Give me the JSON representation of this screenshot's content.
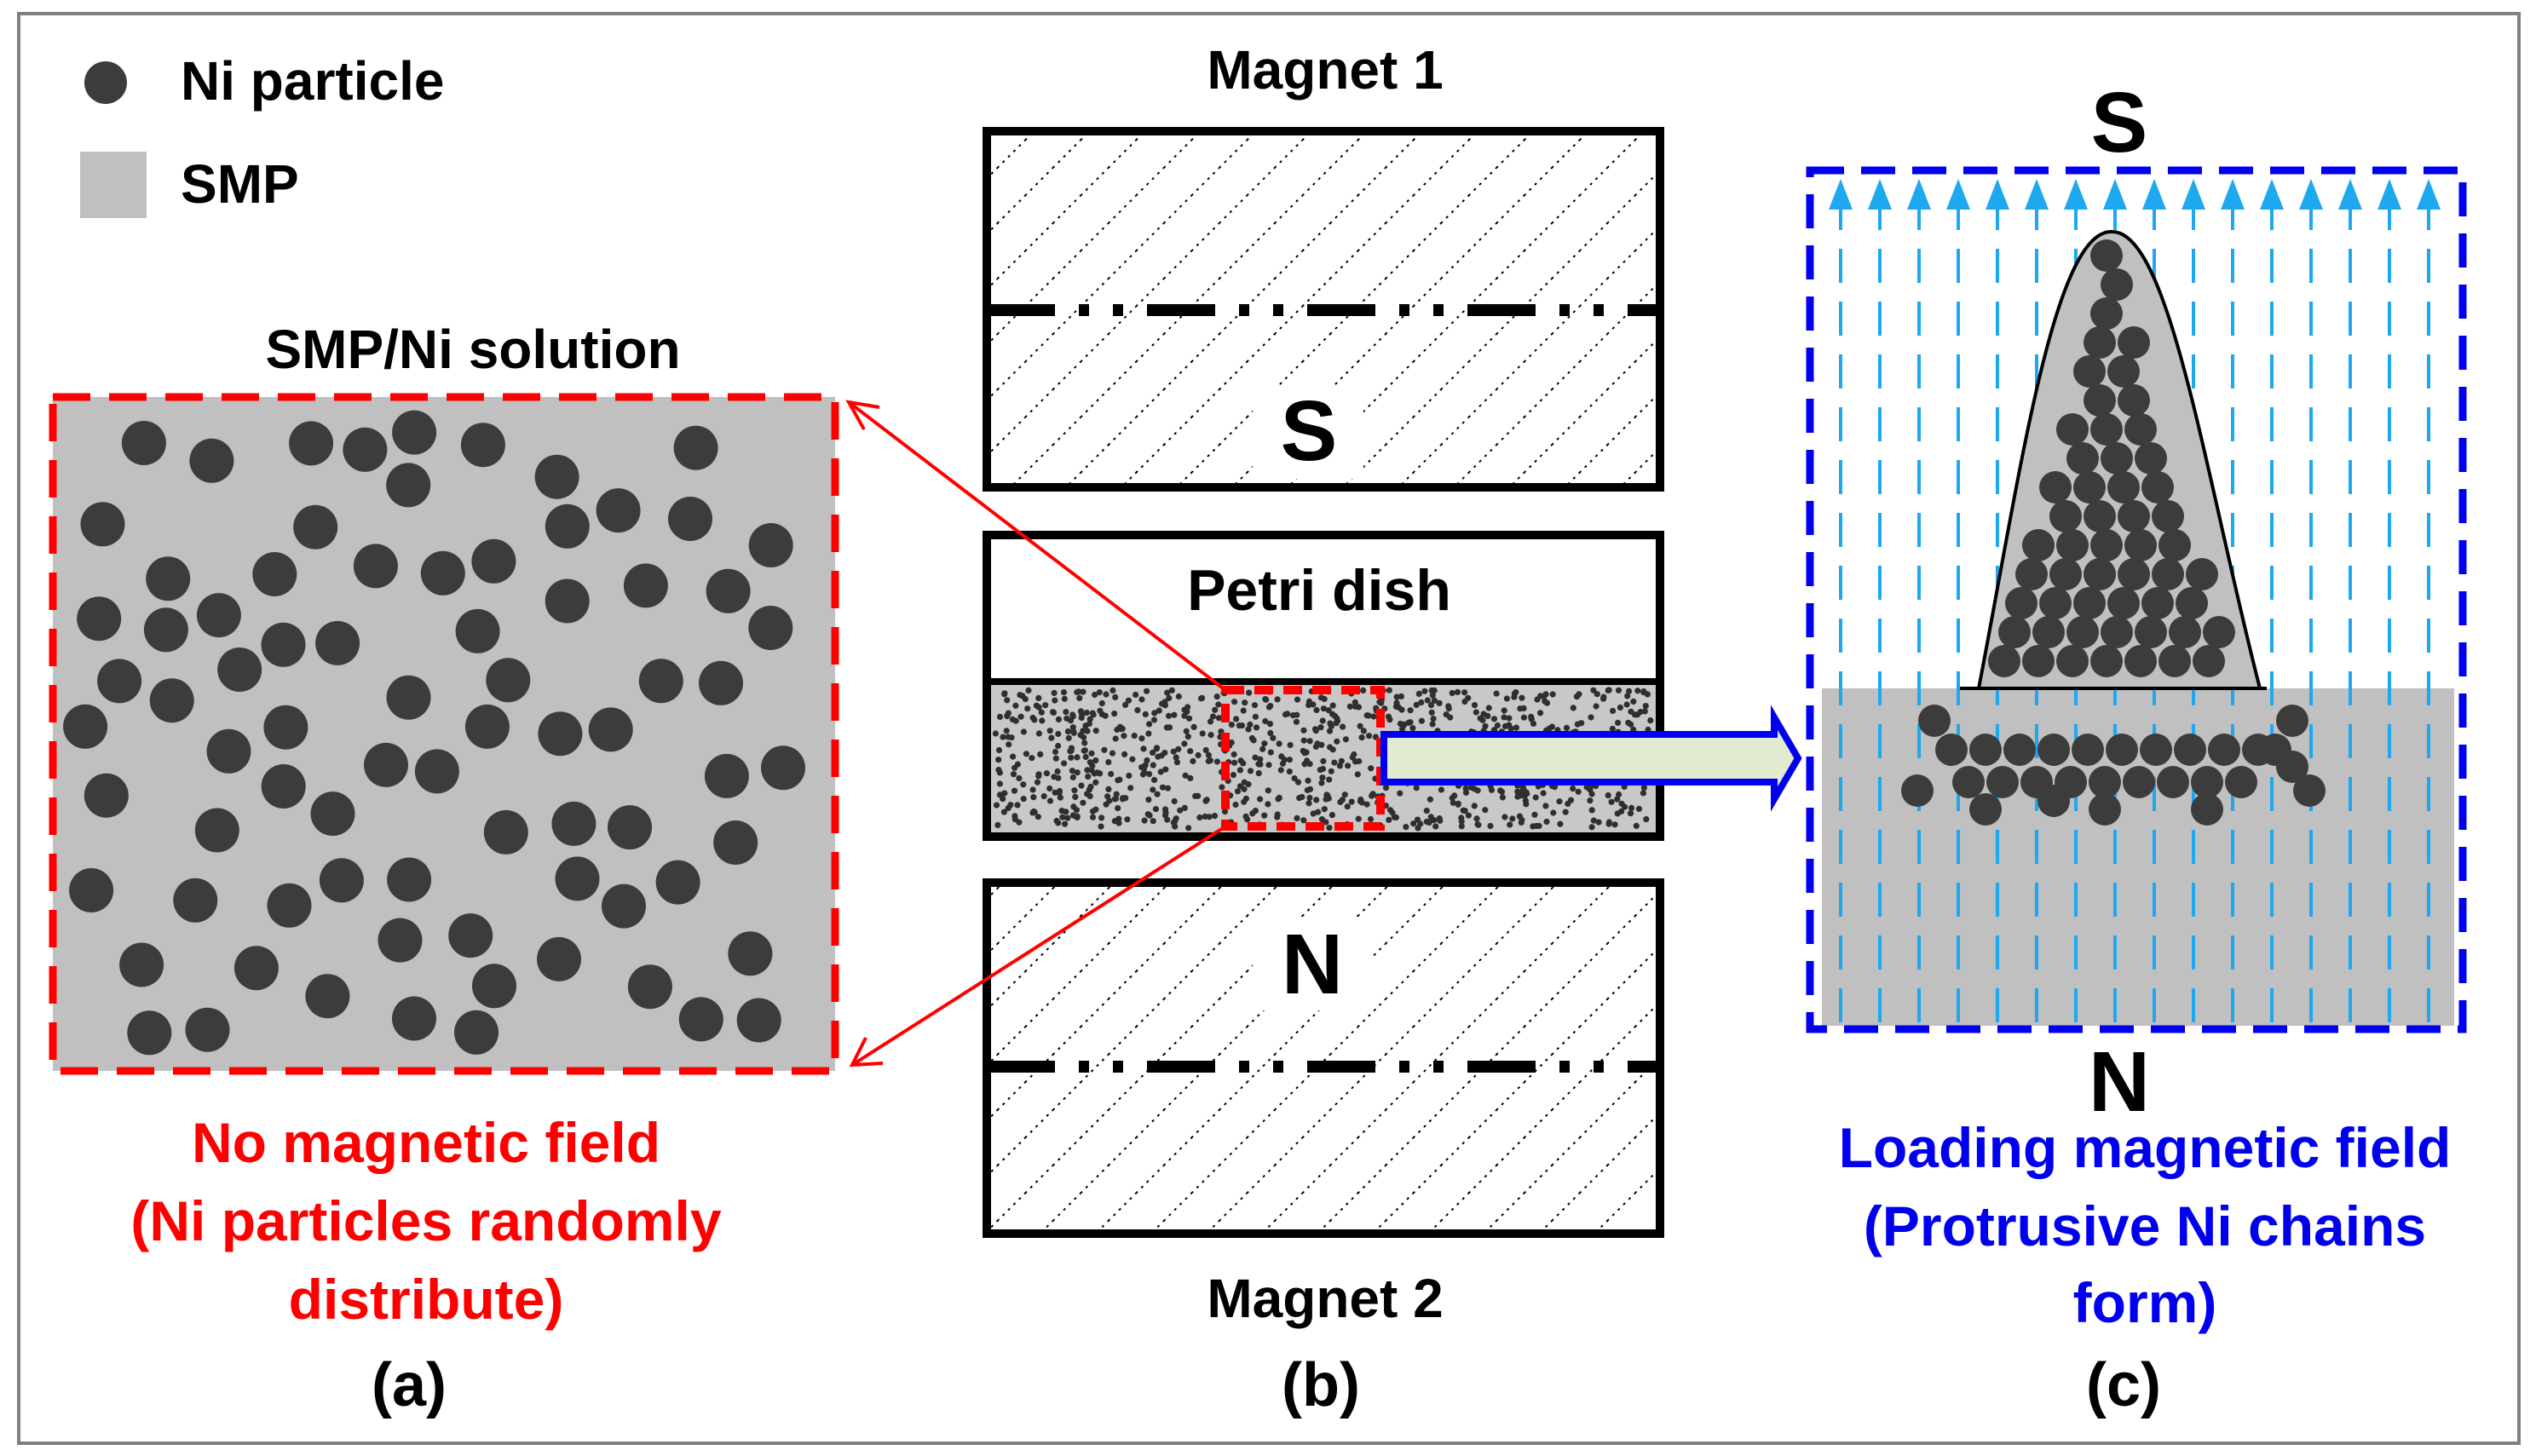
{
  "legend": {
    "particle_label": "Ni particle",
    "smp_label": "SMP"
  },
  "panel_a": {
    "title": "SMP/Ni solution",
    "caption_line1": "No magnetic field",
    "caption_line2": "(Ni particles randomly",
    "caption_line3": "distribute)",
    "letter": "(a)"
  },
  "panel_b": {
    "magnet1_label": "Magnet 1",
    "magnet1_pole": "S",
    "petri_label": "Petri dish",
    "magnet2_pole": "N",
    "magnet2_label": "Magnet 2",
    "letter": "(b)"
  },
  "panel_c": {
    "top_pole": "S",
    "bottom_pole": "N",
    "caption_line1": "Loading magnetic field",
    "caption_line2": "(Protrusive Ni chains",
    "caption_line3": "form)",
    "letter": "(c)"
  },
  "colors": {
    "particle": "#3c3c3c",
    "smp": "#c0c0c0",
    "red": "#ff0000",
    "blue": "#0000ee",
    "field_line": "#1ea8f0",
    "arrow_fill": "#e0ebd0"
  }
}
